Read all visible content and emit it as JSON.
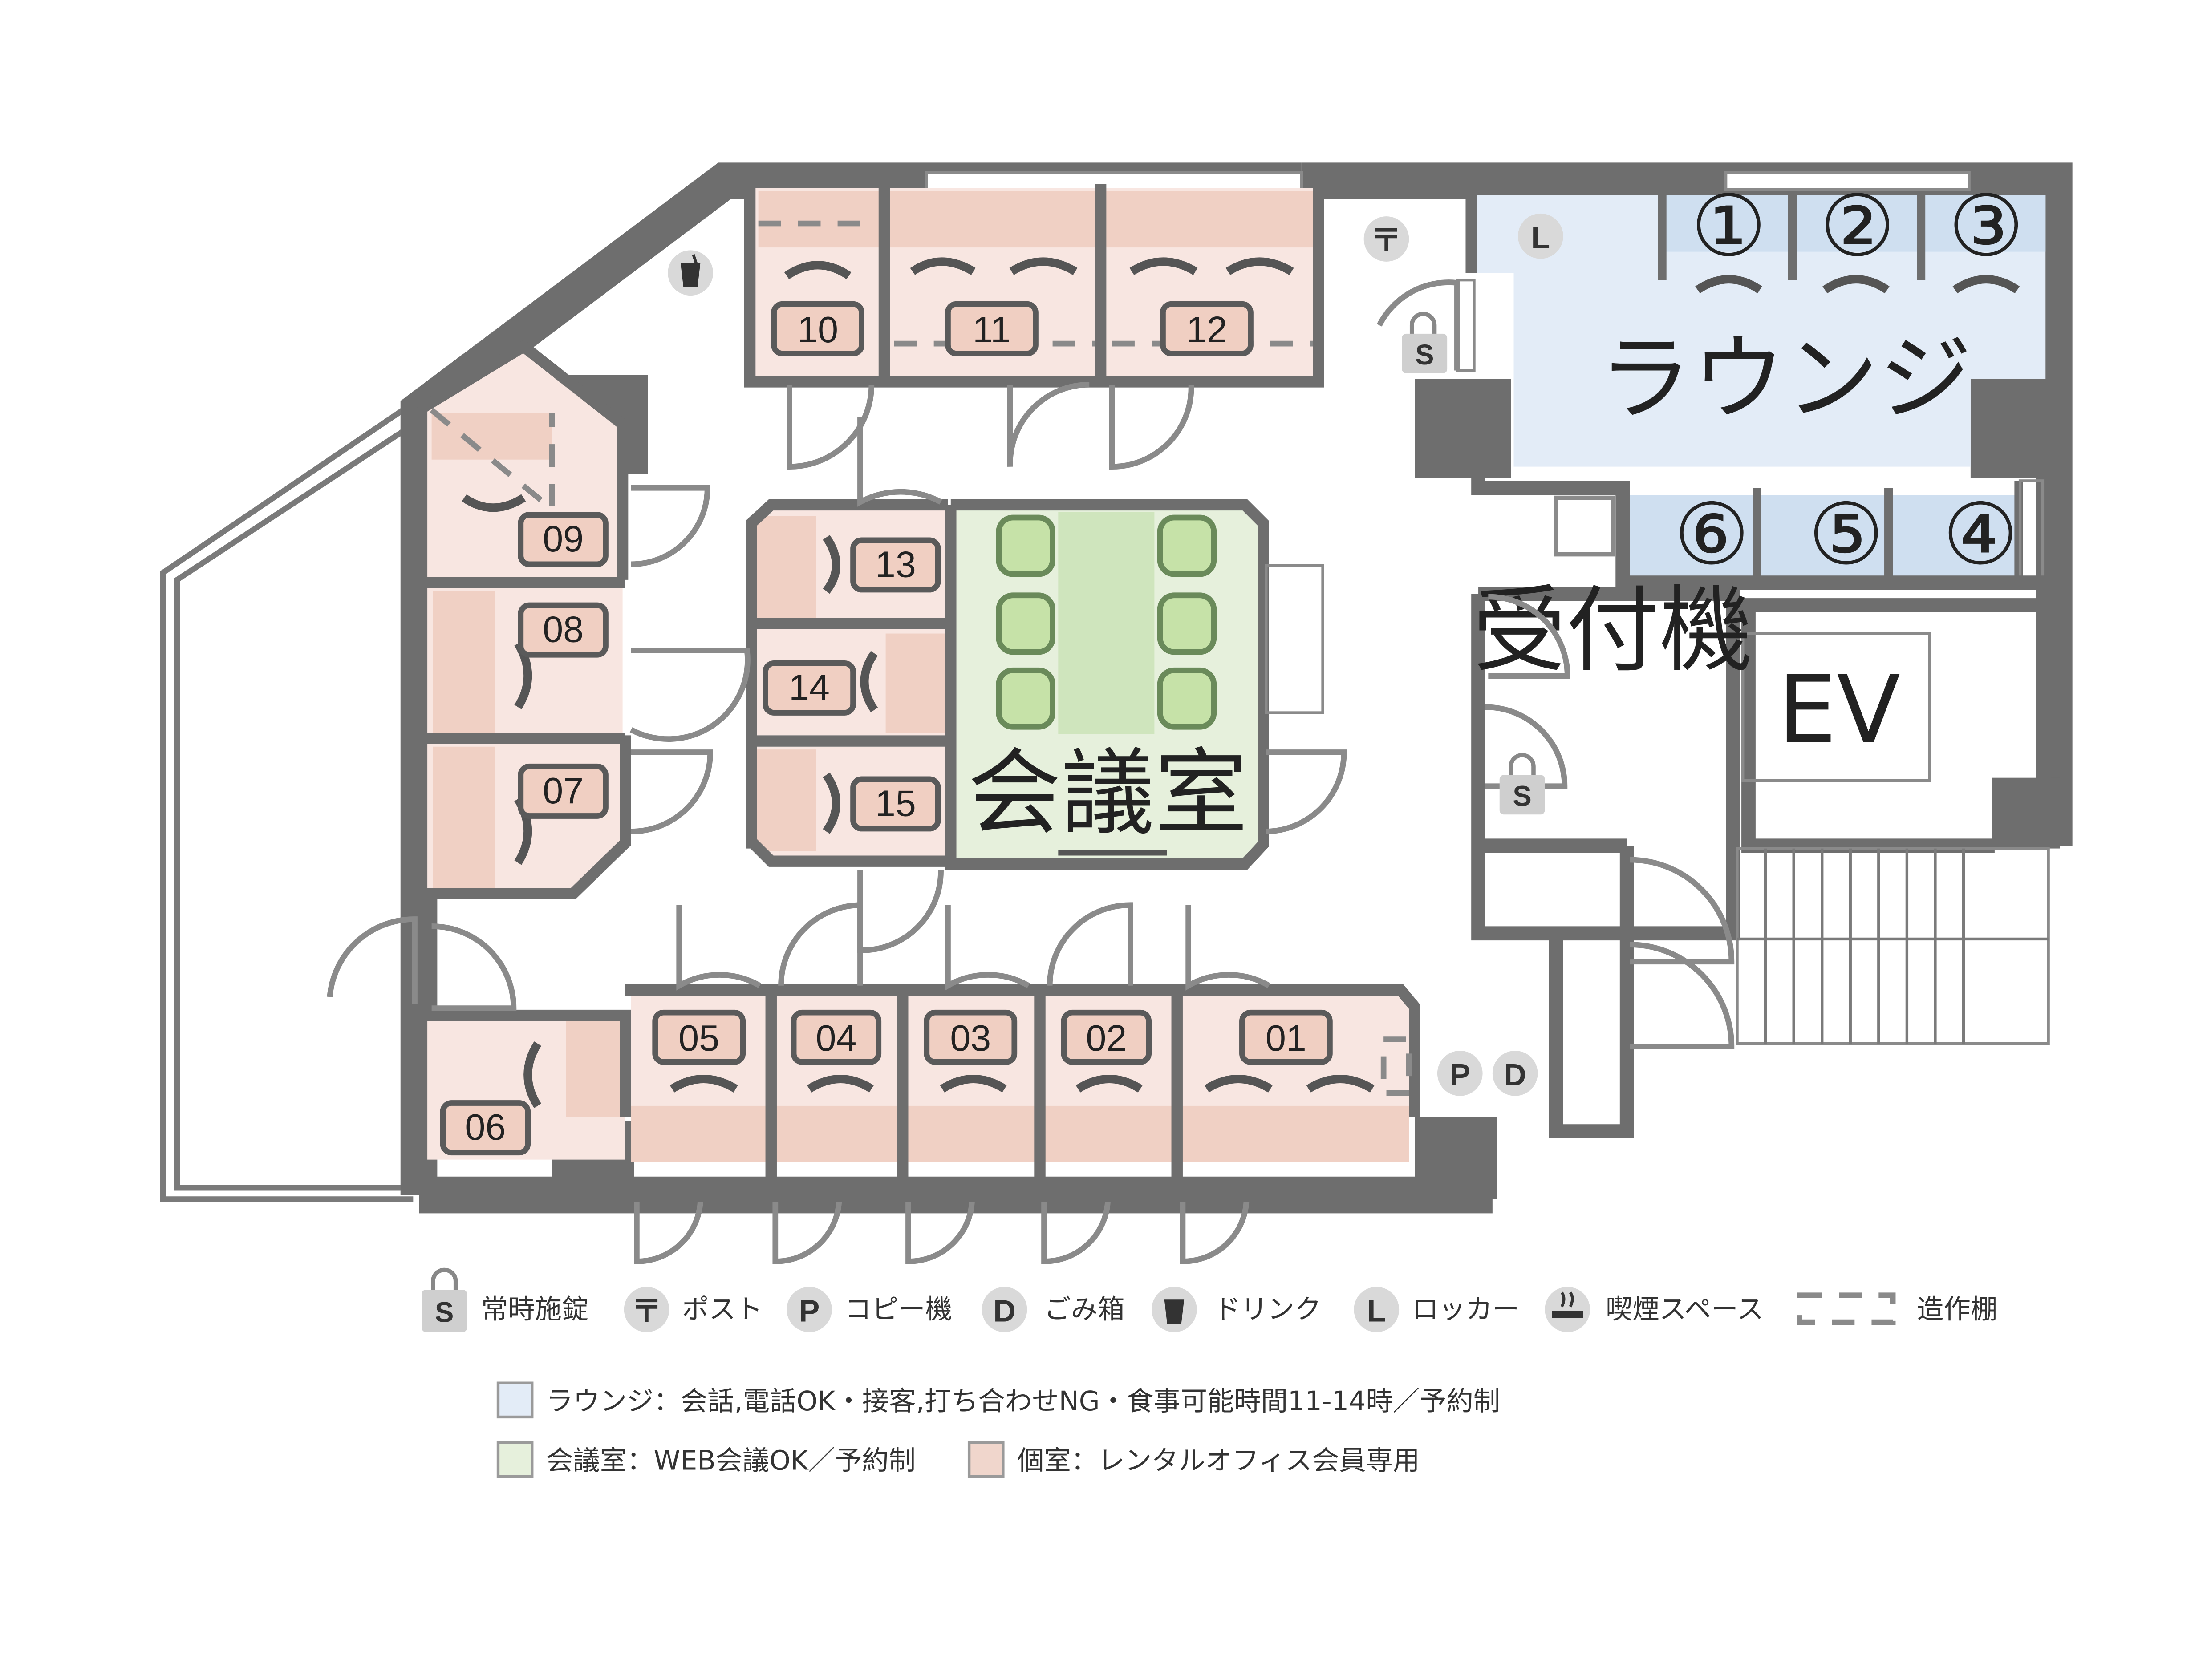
{
  "rooms": {
    "private": [
      "01",
      "02",
      "03",
      "04",
      "05",
      "06",
      "07",
      "08",
      "09",
      "10",
      "11",
      "12",
      "13",
      "14",
      "15"
    ],
    "lounge_booths": [
      "①",
      "②",
      "③",
      "④",
      "⑤",
      "⑥"
    ],
    "lounge": "ラウンジ",
    "meeting": "会議室",
    "reception": "受付機",
    "elevator": "EV"
  },
  "icons": {
    "lock": "S",
    "post": "〒",
    "copier": "P",
    "trash": "D",
    "locker": "L"
  },
  "legend": {
    "lock": "常時施錠",
    "post": "ポスト",
    "copier": "コピー機",
    "trash": "ごみ箱",
    "drink": "ドリンク",
    "locker": "ロッカー",
    "smoking": "喫煙スペース",
    "shelf": "造作棚"
  },
  "zones": {
    "lounge": "ラウンジ：会話,電話OK・接客,打ち合わせNG・食事可能時間11-14時／予約制",
    "meeting": "会議室：WEB会議OK／予約制",
    "private": "個室：レンタルオフィス会員専用"
  },
  "colors": {
    "private": "#f8e6e1",
    "lounge": "#e3ecf7",
    "meeting": "#e6f0dc",
    "wall": "#6e6e6e"
  }
}
